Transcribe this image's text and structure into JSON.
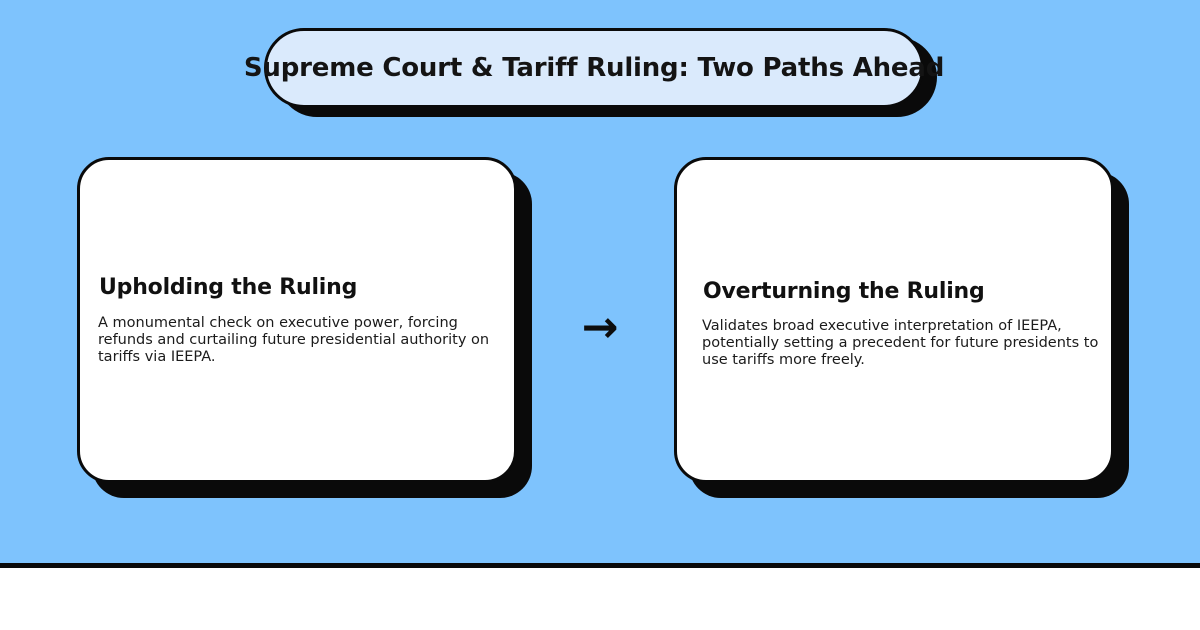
{
  "theme": {
    "background_blue": "#7ec3fd",
    "card_fill": "#ffffff",
    "pill_fill": "#daeafc",
    "outline_black": "#0a0a0a",
    "text_black": "#111111"
  },
  "header": {
    "title": "Supreme Court & Tariff Ruling: Two Paths Ahead"
  },
  "connector": {
    "icon": "arrow-right-icon",
    "glyph": "→"
  },
  "cards": [
    {
      "id": "upholding",
      "heading": "Upholding the Ruling",
      "body": "A monumental check on executive power, forcing refunds and curtailing future presidential authority on tariffs via IEEPA."
    },
    {
      "id": "overturning",
      "heading": "Overturning the Ruling",
      "body": "Validates broad executive interpretation of IEEPA, potentially setting a precedent for future presidents to use tariffs more freely."
    }
  ]
}
